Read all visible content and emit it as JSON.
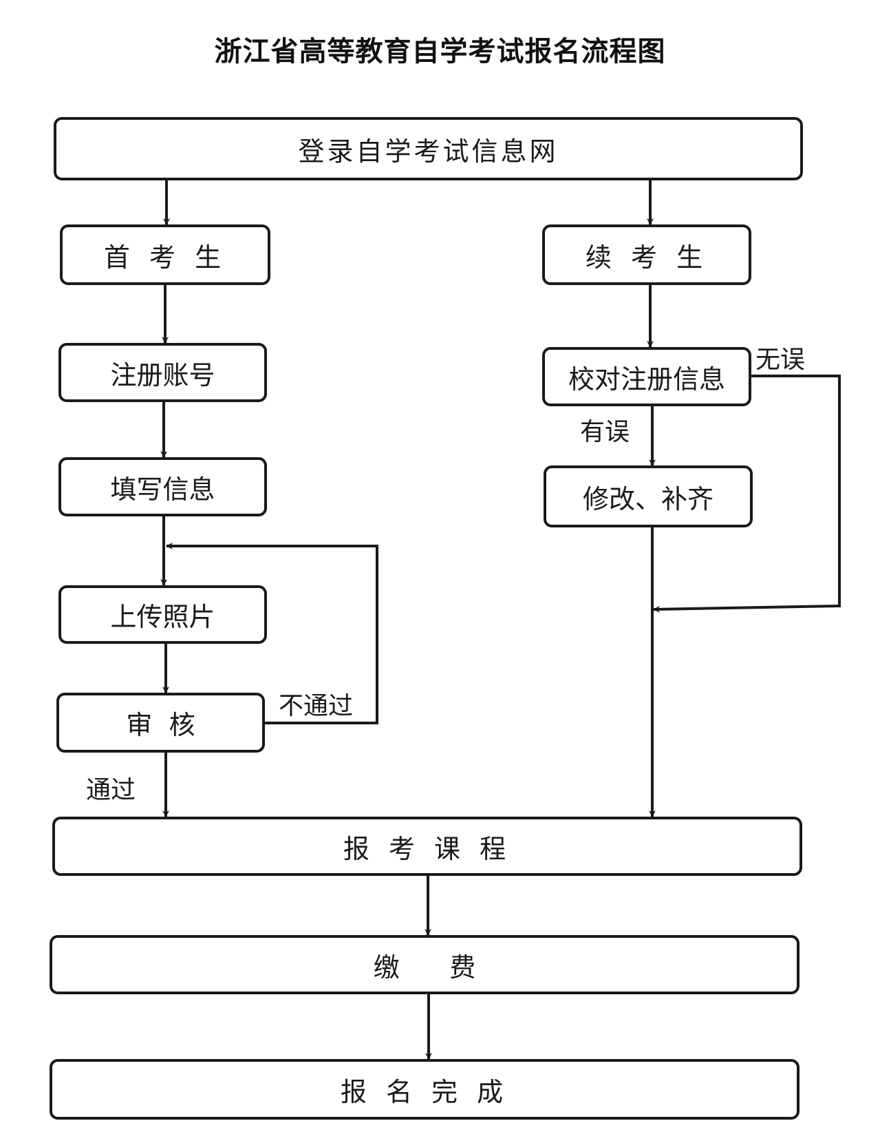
{
  "title": "浙江省高等教育自学考试报名流程图",
  "nodes": {
    "login": "登录自学考试信息网",
    "first_time": "首 考 生",
    "register": "注册账号",
    "fill_info": "填写信息",
    "upload_photo": "上传照片",
    "review": "审  核",
    "returning": "续 考 生",
    "verify": "校对注册信息",
    "fix": "修改、补齐",
    "enroll_courses": "报 考 课 程",
    "pay": "缴      费",
    "complete": "报 名 完 成"
  },
  "edge_labels": {
    "fail": "不通过",
    "pass": "通过",
    "correct": "无误",
    "error": "有误"
  }
}
